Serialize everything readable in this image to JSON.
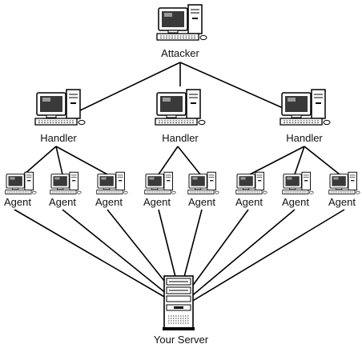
{
  "nodes": {
    "attacker": {
      "label": "Attacker"
    },
    "handlers": [
      {
        "label": "Handler"
      },
      {
        "label": "Handler"
      },
      {
        "label": "Handler"
      }
    ],
    "agents": [
      {
        "label": "Agent"
      },
      {
        "label": "Agent"
      },
      {
        "label": "Agent"
      },
      {
        "label": "Agent"
      },
      {
        "label": "Agent"
      },
      {
        "label": "Agent"
      },
      {
        "label": "Agent"
      },
      {
        "label": "Agent"
      }
    ],
    "server": {
      "label": "Your Server"
    }
  },
  "colors": {
    "line": "#000000",
    "screen": "#3a3a3a",
    "body": "#ffffff"
  }
}
